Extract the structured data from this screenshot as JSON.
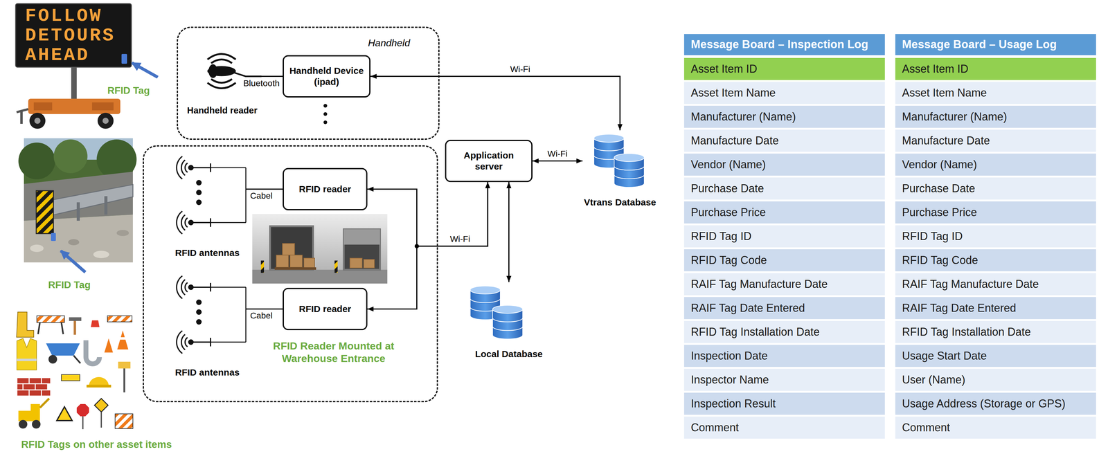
{
  "diagram": {
    "nodes": [
      {
        "text": [
          "Handheld"
        ]
      },
      {
        "text": [
          "Handheld reader"
        ],
        "in": 0
      },
      {
        "text": [
          "Handheld Device (ipad)"
        ],
        "in": 0
      },
      {
        "text": [
          "Application server"
        ]
      },
      {
        "text": [
          "Vtrans Database"
        ]
      },
      {
        "text": [
          "RFID Reader Mounted at Warehouse Entrance"
        ]
      },
      {
        "text": [
          "RFID antennas"
        ],
        "in": 5
      },
      {
        "text": [
          "RFID reader"
        ],
        "in": 5
      },
      {
        "text": [
          "RFID antennas"
        ],
        "in": 5
      },
      {
        "text": [
          "RFID reader"
        ],
        "in": 5
      },
      {
        "text": [
          "Local Database"
        ]
      }
    ],
    "edges": [
      {
        "from": 1,
        "to": 2,
        "label": "Bluetooth",
        "arrow": "none"
      },
      {
        "from": 2,
        "to": 4,
        "label": "Wi-Fi",
        "arrow": "both"
      },
      {
        "from": 3,
        "to": 4,
        "label": "Wi-Fi",
        "arrow": "both"
      },
      {
        "from": 7,
        "to": 3,
        "label": "Wi-Fi",
        "arrow": "both"
      },
      {
        "from": 9,
        "to": 3,
        "arrow": "both"
      },
      {
        "from": 3,
        "to": 10,
        "arrow": "both"
      },
      {
        "from": 6,
        "to": 7,
        "label": "Cabel",
        "arrow": "none"
      },
      {
        "from": 8,
        "to": 9,
        "label": "Cabel",
        "arrow": "none"
      }
    ],
    "labels": [
      "RFID Tag",
      "RFID Tag",
      "RFID Tags on other asset items",
      "FOLLOW DETOURS AHEAD",
      "Message Board – Inspection Log",
      "Asset Item ID",
      "Asset Item Name",
      "Manufacturer (Name)",
      "Manufacture Date",
      "Vendor (Name)",
      "Purchase Date",
      "Purchase Price",
      "RFID Tag ID",
      "RFID Tag Code",
      "RAIF Tag Manufacture Date",
      "RAIF Tag Date Entered",
      "RFID Tag Installation Date",
      "Inspection Date",
      "Inspector Name",
      "Inspection Result",
      "Comment",
      "Message Board – Usage Log",
      "Asset Item ID",
      "Asset Item Name",
      "Manufacturer (Name)",
      "Manufacture Date",
      "Vendor (Name)",
      "Purchase Date",
      "Purchase Price",
      "RFID Tag ID",
      "RFID Tag Code",
      "RAIF Tag Manufacture Date",
      "RAIF Tag Date Entered",
      "RFID Tag Installation Date",
      "Usage Start Date",
      "User (Name)",
      "Usage Address (Storage or GPS)",
      "Comment"
    ]
  }
}
